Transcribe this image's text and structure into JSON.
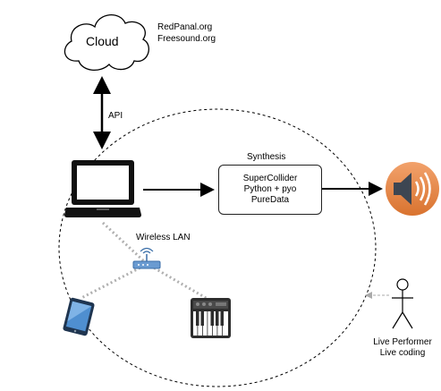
{
  "cloud": {
    "label": "Cloud",
    "sources": [
      "RedPanal.org",
      "Freesound.org"
    ]
  },
  "api_label": "API",
  "synthesis": {
    "title": "Synthesis",
    "engines": [
      "SuperCollider",
      "Python + pyo",
      "PureData"
    ]
  },
  "network_label": "Wireless LAN",
  "performer": {
    "line1": "Live Performer",
    "line2": "Live coding"
  },
  "icons": {
    "cloud": "cloud-icon",
    "laptop": "laptop-icon",
    "speaker": "speaker-icon",
    "router": "wireless-router-icon",
    "tablet": "tablet-icon",
    "keyboard": "midi-keyboard-icon",
    "performer": "stick-figure-icon"
  },
  "colors": {
    "speaker_orange": "#e8874a",
    "device_blue": "#3a6ea8",
    "line_gray": "#b0b0b0"
  }
}
